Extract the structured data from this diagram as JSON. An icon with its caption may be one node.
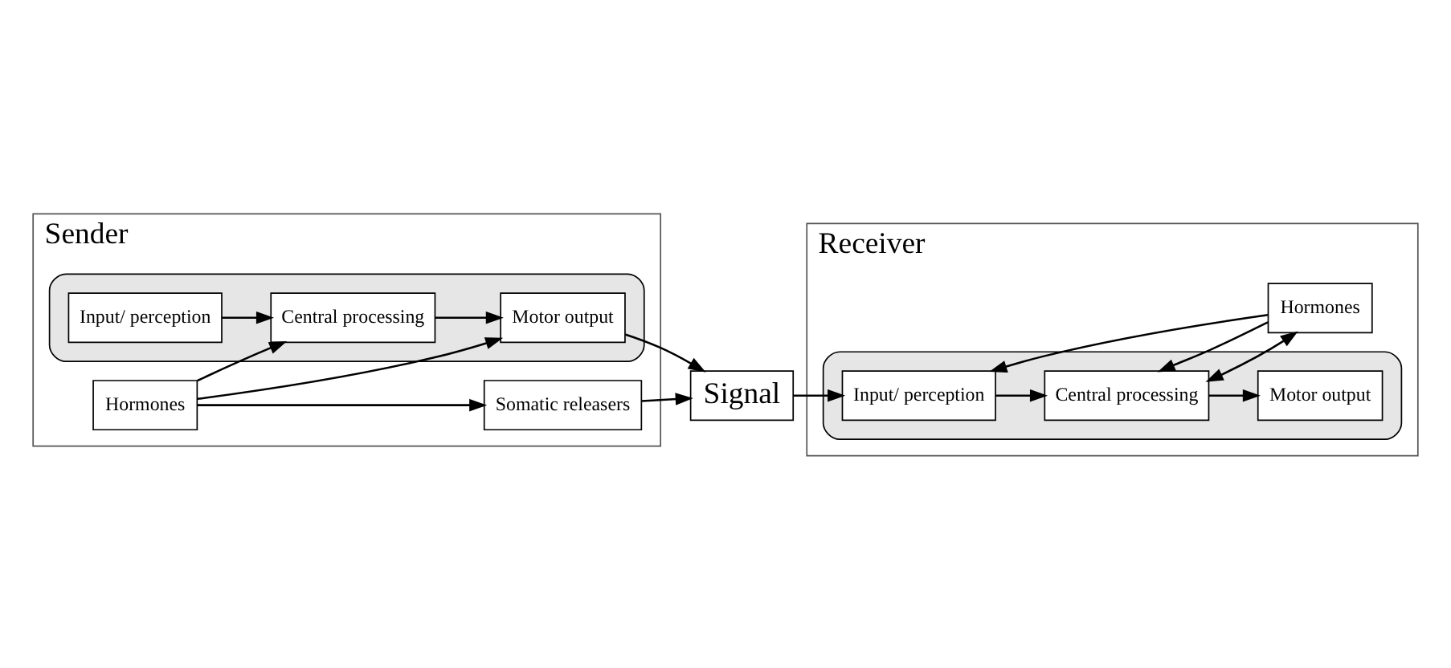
{
  "diagram": {
    "nodes": [
      {
        "text": [
          "Sender"
        ]
      },
      {
        "text": [],
        "shape": "ellipse",
        "in": 0
      },
      {
        "text": [
          "Input/ perception"
        ],
        "in": 1
      },
      {
        "text": [
          "Central processing"
        ],
        "in": 1
      },
      {
        "text": [
          "Motor output"
        ],
        "in": 1
      },
      {
        "text": [
          "Hormones"
        ],
        "in": 0
      },
      {
        "text": [
          "Somatic releasers"
        ],
        "in": 0
      },
      {
        "text": [
          "Signal"
        ]
      },
      {
        "text": [
          "Receiver"
        ]
      },
      {
        "text": [],
        "shape": "ellipse",
        "in": 8
      },
      {
        "text": [
          "Input/ perception"
        ],
        "in": 9
      },
      {
        "text": [
          "Central processing"
        ],
        "in": 9
      },
      {
        "text": [
          "Motor output"
        ],
        "in": 9
      },
      {
        "text": [
          "Hormones"
        ],
        "in": 8
      }
    ],
    "edges": [
      {
        "from": 2,
        "to": 3,
        "arrow": "to"
      },
      {
        "from": 3,
        "to": 4,
        "arrow": "to"
      },
      {
        "from": 5,
        "to": 3,
        "arrow": "to"
      },
      {
        "from": 5,
        "to": 4,
        "arrow": "to"
      },
      {
        "from": 5,
        "to": 6,
        "arrow": "to"
      },
      {
        "from": 4,
        "to": 7,
        "arrow": "to"
      },
      {
        "from": 6,
        "to": 7,
        "arrow": "to"
      },
      {
        "from": 7,
        "to": 10,
        "arrow": "to"
      },
      {
        "from": 10,
        "to": 11,
        "arrow": "to"
      },
      {
        "from": 11,
        "to": 12,
        "arrow": "to"
      },
      {
        "from": 13,
        "to": 10,
        "arrow": "to"
      },
      {
        "from": 13,
        "to": 11,
        "arrow": "to"
      },
      {
        "from": 11,
        "to": 13,
        "arrow": "both"
      }
    ]
  }
}
